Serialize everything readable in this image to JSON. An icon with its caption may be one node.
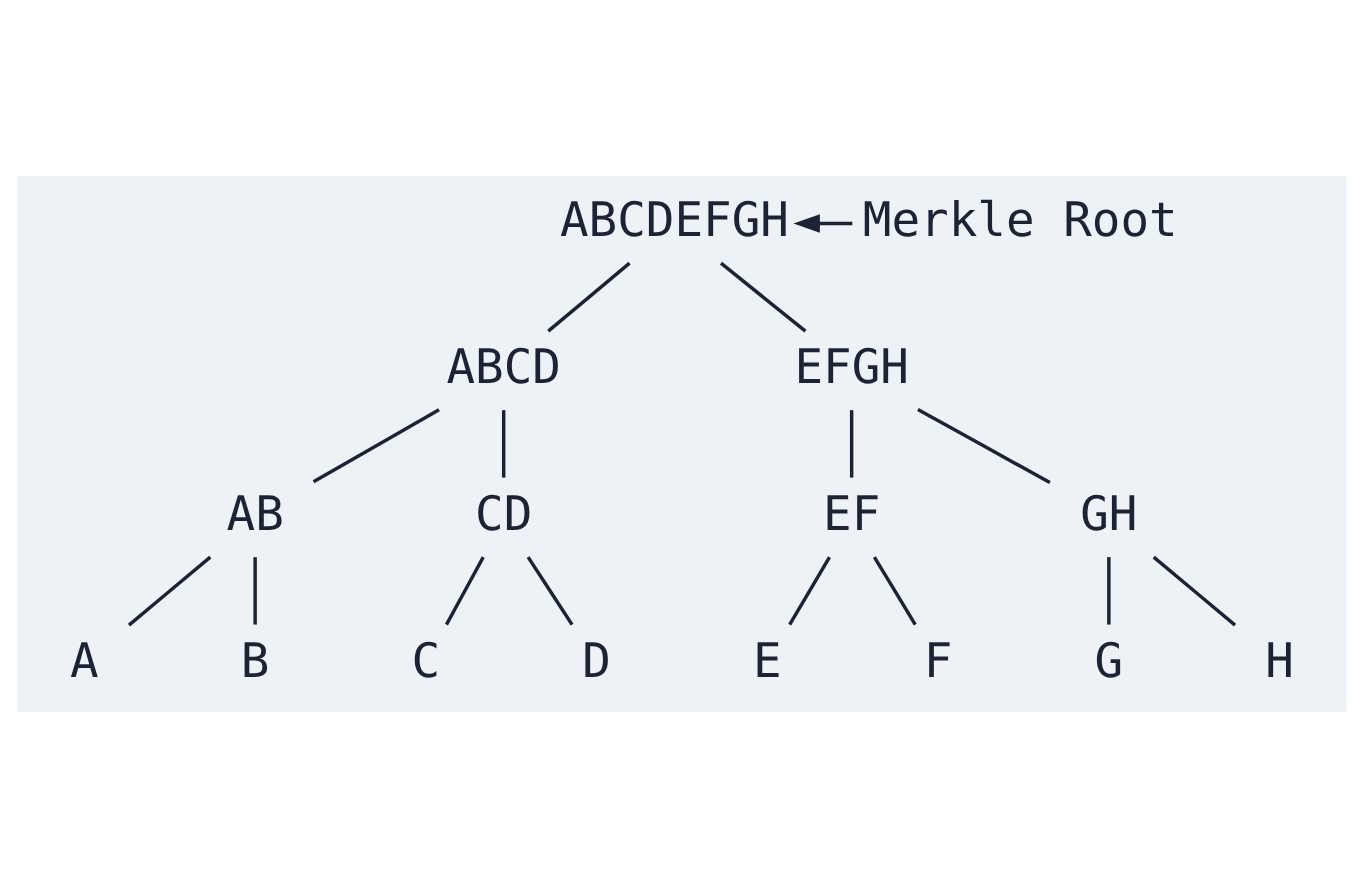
{
  "diagram": {
    "nodes": [
      {
        "text": [
          "ABCDEFGH"
        ]
      },
      {
        "text": [
          "Merkle Root"
        ]
      },
      {
        "text": [
          "ABCD"
        ]
      },
      {
        "text": [
          "EFGH"
        ]
      },
      {
        "text": [
          "AB"
        ]
      },
      {
        "text": [
          "CD"
        ]
      },
      {
        "text": [
          "EF"
        ]
      },
      {
        "text": [
          "GH"
        ]
      },
      {
        "text": [
          "A"
        ]
      },
      {
        "text": [
          "B"
        ]
      },
      {
        "text": [
          "C"
        ]
      },
      {
        "text": [
          "D"
        ]
      },
      {
        "text": [
          "E"
        ]
      },
      {
        "text": [
          "F"
        ]
      },
      {
        "text": [
          "G"
        ]
      },
      {
        "text": [
          "H"
        ]
      }
    ],
    "edges": [
      {
        "from": 1,
        "to": 0,
        "arrow": "to"
      },
      {
        "from": 0,
        "to": 2,
        "arrow": "none"
      },
      {
        "from": 0,
        "to": 3,
        "arrow": "none"
      },
      {
        "from": 2,
        "to": 4,
        "arrow": "none"
      },
      {
        "from": 2,
        "to": 5,
        "arrow": "none"
      },
      {
        "from": 3,
        "to": 6,
        "arrow": "none"
      },
      {
        "from": 3,
        "to": 7,
        "arrow": "none"
      },
      {
        "from": 4,
        "to": 8,
        "arrow": "none"
      },
      {
        "from": 4,
        "to": 9,
        "arrow": "none"
      },
      {
        "from": 5,
        "to": 10,
        "arrow": "none"
      },
      {
        "from": 5,
        "to": 11,
        "arrow": "none"
      },
      {
        "from": 6,
        "to": 12,
        "arrow": "none"
      },
      {
        "from": 6,
        "to": 13,
        "arrow": "none"
      },
      {
        "from": 7,
        "to": 14,
        "arrow": "none"
      },
      {
        "from": 7,
        "to": 15,
        "arrow": "none"
      }
    ]
  }
}
